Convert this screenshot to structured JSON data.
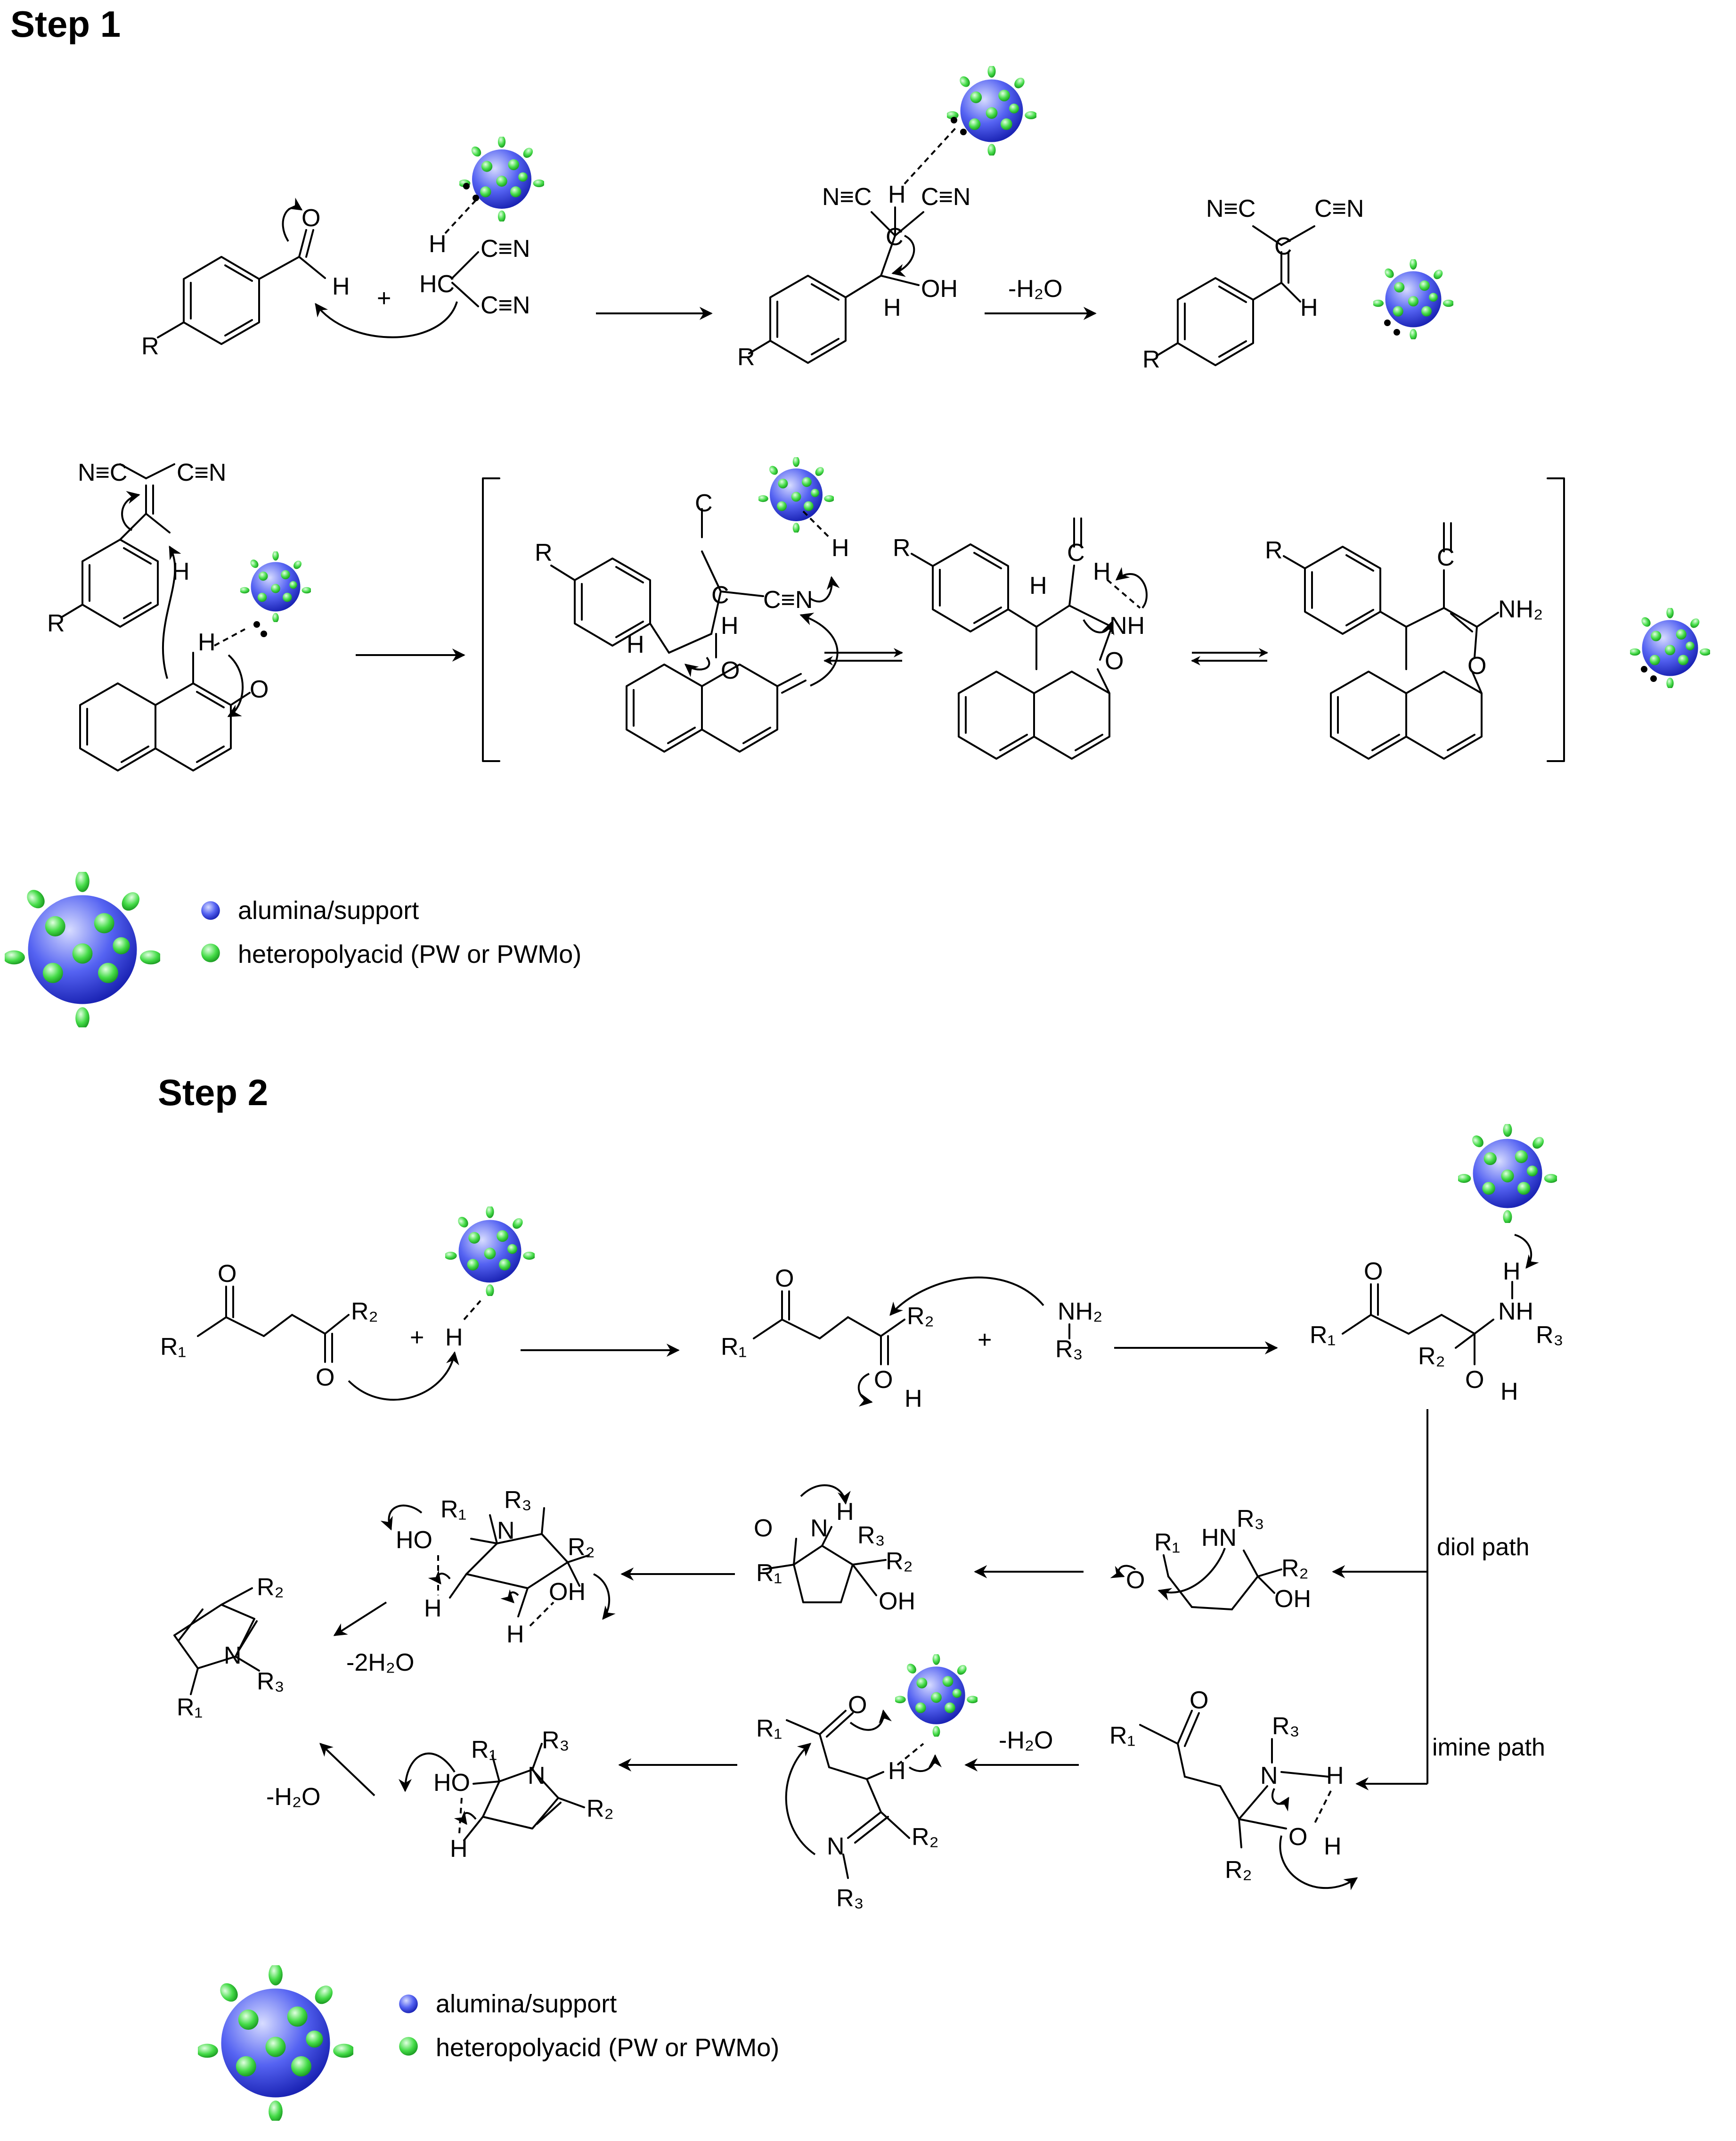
{
  "headings": {
    "step1": "Step 1",
    "step2": "Step 2"
  },
  "legend": {
    "support": "alumina/support",
    "acid": "heteropolyacid (PW or PWMo)"
  },
  "colors": {
    "support_blue": "#3a4ff0",
    "support_highlight": "#c8d0ff",
    "acid_green": "#32d23a",
    "acid_highlight": "#c8ffc8"
  },
  "step1": {
    "arrow_water": "-H₂O",
    "plus": "+",
    "atoms": {
      "R": "R",
      "O": "O",
      "H": "H",
      "HC": "HC",
      "CN": "C≡N",
      "NC": "N≡C",
      "OH": "OH",
      "C": "C",
      "NH": "NH",
      "NH2": "NH₂"
    }
  },
  "step2": {
    "plus": "+",
    "diol_path": "diol path",
    "imine_path": "imine path",
    "minus_water": "-H₂O",
    "minus_2water": "-2H₂O",
    "atoms": {
      "R1": "R₁",
      "R2": "R₂",
      "R3": "R₃",
      "O": "O",
      "H": "H",
      "N": "N",
      "NH2": "NH₂",
      "NH": "NH",
      "HN": "HN",
      "HO": "HO",
      "OH": "OH"
    }
  }
}
